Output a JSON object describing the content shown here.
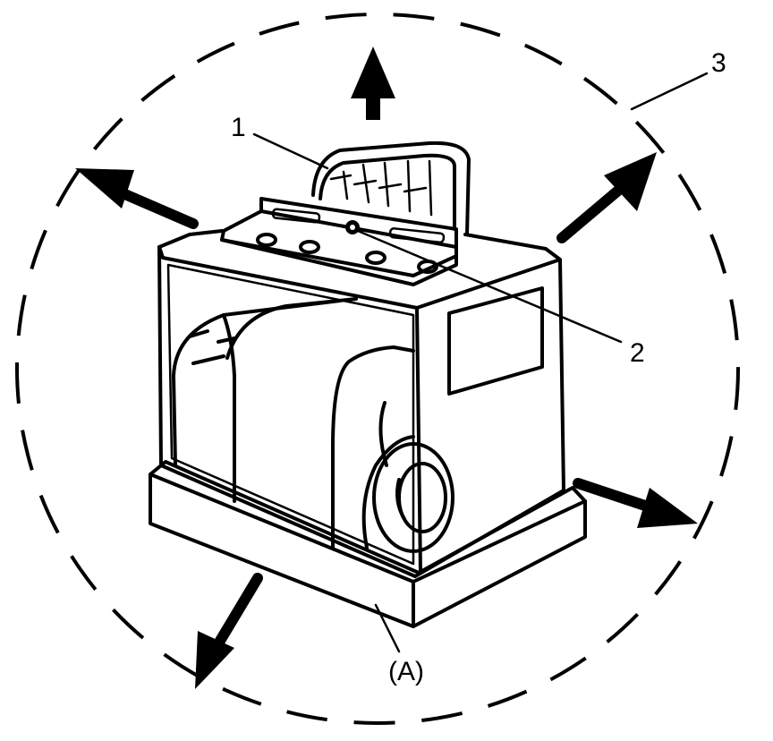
{
  "callouts": {
    "one": "1",
    "two": "2",
    "three": "3",
    "a": "(A)"
  },
  "colors": {
    "ink": "#000000",
    "paper": "#ffffff"
  },
  "icons": [
    "arrow-up-icon",
    "arrow-up-left-icon",
    "arrow-up-right-icon",
    "arrow-down-right-icon",
    "arrow-down-left-icon"
  ]
}
